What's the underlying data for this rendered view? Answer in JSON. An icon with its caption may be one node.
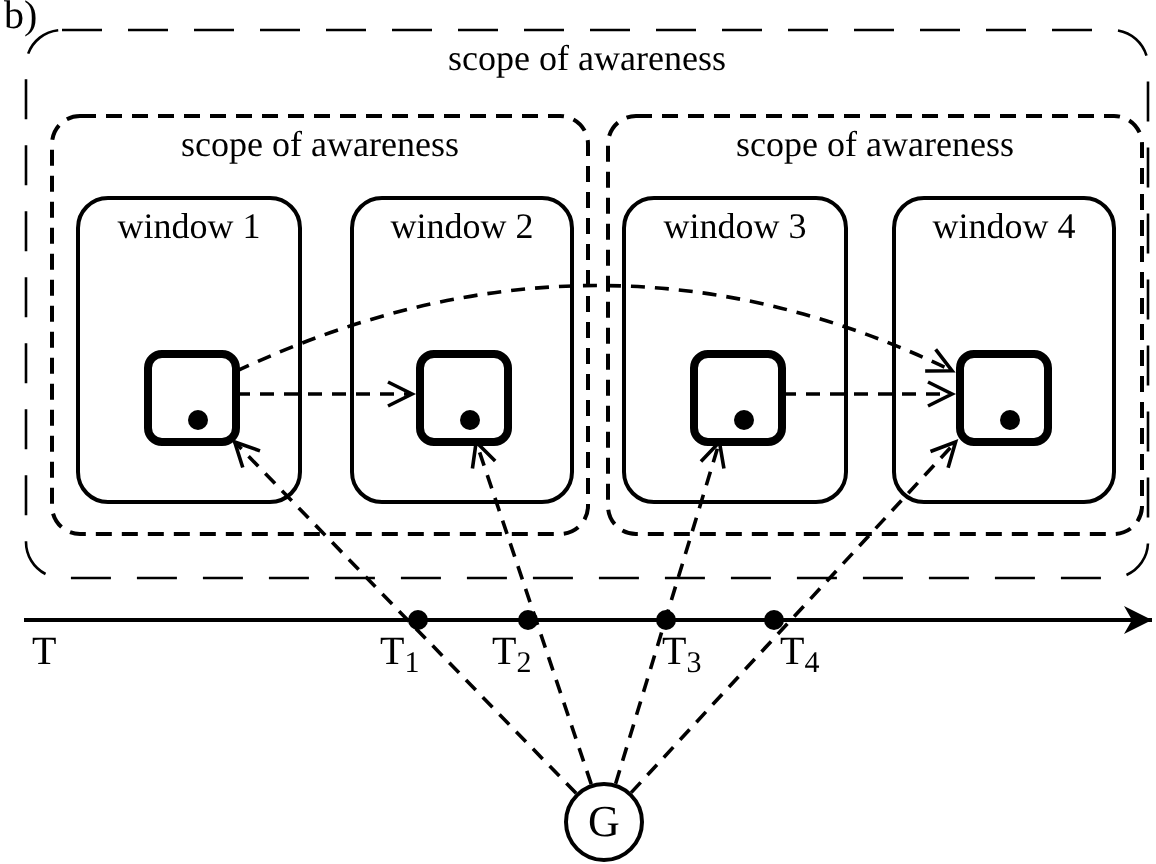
{
  "diagram": {
    "nodes": [
      {
        "text": [
          "scope of awareness"
        ]
      },
      {
        "text": [
          "scope of awareness"
        ],
        "in": 0
      },
      {
        "text": [
          "window 1"
        ],
        "in": 1
      },
      {
        "text": [],
        "shape": "box",
        "in": 2
      },
      {
        "text": [
          "window 2"
        ],
        "in": 1
      },
      {
        "text": [],
        "shape": "box",
        "in": 4
      },
      {
        "text": [
          "scope of awareness"
        ],
        "in": 0
      },
      {
        "text": [
          "window 3"
        ],
        "in": 6
      },
      {
        "text": [],
        "shape": "box",
        "in": 7
      },
      {
        "text": [
          "window 4"
        ],
        "in": 6
      },
      {
        "text": [],
        "shape": "box",
        "in": 9
      },
      {
        "text": [
          "G"
        ]
      }
    ],
    "edges": [
      {
        "from": 3,
        "to": 5,
        "arrow": "to",
        "style": "dashed"
      },
      {
        "from": 3,
        "to": 10,
        "arrow": "to",
        "style": "dashed"
      },
      {
        "from": 8,
        "to": 10,
        "arrow": "to",
        "style": "dashed"
      },
      {
        "from": 11,
        "to": 3,
        "arrow": "to",
        "style": "dashed"
      },
      {
        "from": 11,
        "to": 5,
        "arrow": "to",
        "style": "dashed"
      },
      {
        "from": 11,
        "to": 8,
        "arrow": "to",
        "style": "dashed"
      },
      {
        "from": 11,
        "to": 10,
        "arrow": "to",
        "style": "dashed"
      }
    ],
    "labels": [
      "b)",
      "T",
      "T$_{1}$",
      "T$_{2}$",
      "T$_{3}$",
      "T$_{4}$"
    ]
  }
}
